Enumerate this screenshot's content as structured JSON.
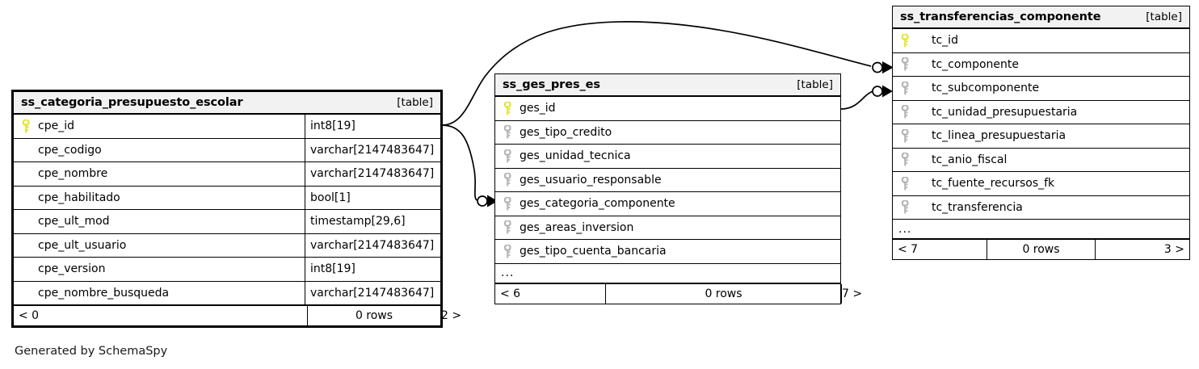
{
  "caption": "Generated by SchemaSpy",
  "colors": {
    "pk_key": "#e4e42a",
    "fk_key": "#b3b3b3",
    "header_bg": "#f2f2f2",
    "border": "#000000",
    "background": "#ffffff"
  },
  "labels": {
    "table_kind": "[table]",
    "rows_suffix": "rows",
    "ellipsis": "..."
  },
  "tables": [
    {
      "id": "ss_categoria_presupuesto_escolar",
      "name": "ss_categoria_presupuesto_escolar",
      "kind": "[table]",
      "focal": true,
      "show_types": true,
      "columns": [
        {
          "name": "cpe_id",
          "type": "int8[19]",
          "key": "primary"
        },
        {
          "name": "cpe_codigo",
          "type": "varchar[2147483647]",
          "key": "none"
        },
        {
          "name": "cpe_nombre",
          "type": "varchar[2147483647]",
          "key": "none"
        },
        {
          "name": "cpe_habilitado",
          "type": "bool[1]",
          "key": "none"
        },
        {
          "name": "cpe_ult_mod",
          "type": "timestamp[29,6]",
          "key": "none"
        },
        {
          "name": "cpe_ult_usuario",
          "type": "varchar[2147483647]",
          "key": "none"
        },
        {
          "name": "cpe_version",
          "type": "int8[19]",
          "key": "none"
        },
        {
          "name": "cpe_nombre_busqueda",
          "type": "varchar[2147483647]",
          "key": "none"
        }
      ],
      "has_more": false,
      "footer": {
        "prev": "< 0",
        "rows": "0 rows",
        "next": "2 >"
      }
    },
    {
      "id": "ss_ges_pres_es",
      "name": "ss_ges_pres_es",
      "kind": "[table]",
      "focal": false,
      "show_types": false,
      "columns": [
        {
          "name": "ges_id",
          "type": "",
          "key": "primary"
        },
        {
          "name": "ges_tipo_credito",
          "type": "",
          "key": "foreign"
        },
        {
          "name": "ges_unidad_tecnica",
          "type": "",
          "key": "foreign"
        },
        {
          "name": "ges_usuario_responsable",
          "type": "",
          "key": "foreign"
        },
        {
          "name": "ges_categoria_componente",
          "type": "",
          "key": "foreign"
        },
        {
          "name": "ges_areas_inversion",
          "type": "",
          "key": "foreign"
        },
        {
          "name": "ges_tipo_cuenta_bancaria",
          "type": "",
          "key": "foreign"
        }
      ],
      "has_more": true,
      "footer": {
        "prev": "< 6",
        "rows": "0 rows",
        "next": "7 >"
      }
    },
    {
      "id": "ss_transferencias_componente",
      "name": "ss_transferencias_componente",
      "kind": "[table]",
      "focal": false,
      "show_types": false,
      "columns": [
        {
          "name": "tc_id",
          "type": "",
          "key": "primary"
        },
        {
          "name": "tc_componente",
          "type": "",
          "key": "foreign"
        },
        {
          "name": "tc_subcomponente",
          "type": "",
          "key": "foreign"
        },
        {
          "name": "tc_unidad_presupuestaria",
          "type": "",
          "key": "foreign"
        },
        {
          "name": "tc_linea_presupuestaria",
          "type": "",
          "key": "foreign"
        },
        {
          "name": "tc_anio_fiscal",
          "type": "",
          "key": "foreign"
        },
        {
          "name": "tc_fuente_recursos_fk",
          "type": "",
          "key": "foreign"
        },
        {
          "name": "tc_transferencia",
          "type": "",
          "key": "foreign"
        }
      ],
      "has_more": true,
      "footer": {
        "prev": "< 7",
        "rows": "0 rows",
        "next": "3 >"
      }
    }
  ],
  "relationships": [
    {
      "from_table": "ss_categoria_presupuesto_escolar",
      "from_column": "cpe_id",
      "to_table": "ss_transferencias_componente",
      "to_column": "tc_componente",
      "cardinality": "zero-or-many"
    },
    {
      "from_table": "ss_ges_pres_es",
      "from_column": "ges_id",
      "to_table": "ss_transferencias_componente",
      "to_column": "tc_subcomponente",
      "cardinality": "zero-or-many"
    },
    {
      "from_table": "ss_categoria_presupuesto_escolar",
      "from_column": "cpe_id",
      "to_table": "ss_ges_pres_es",
      "to_column": "ges_categoria_componente",
      "cardinality": "zero-or-many"
    }
  ]
}
